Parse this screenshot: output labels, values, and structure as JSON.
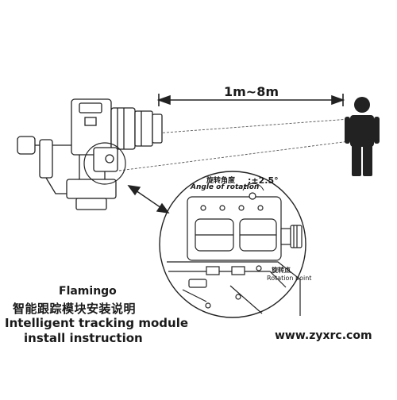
{
  "diagram": {
    "distance_label": "1m~8m",
    "angle_label_cn": "旋转角度",
    "angle_label_en": "Angle of rotation",
    "angle_value": ":±2.5°",
    "rotation_point_cn": "旋转点",
    "rotation_point_en": "Rotation point"
  },
  "caption": {
    "name": "Flamingo",
    "title_cn": "智能跟踪模块安装说明",
    "line1": "Intelligent tracking module",
    "line2": "install instruction"
  },
  "website": "www.zyxrc.com",
  "icons": [
    "camera-gimbal-icon",
    "person-icon",
    "tracking-module-icon"
  ]
}
